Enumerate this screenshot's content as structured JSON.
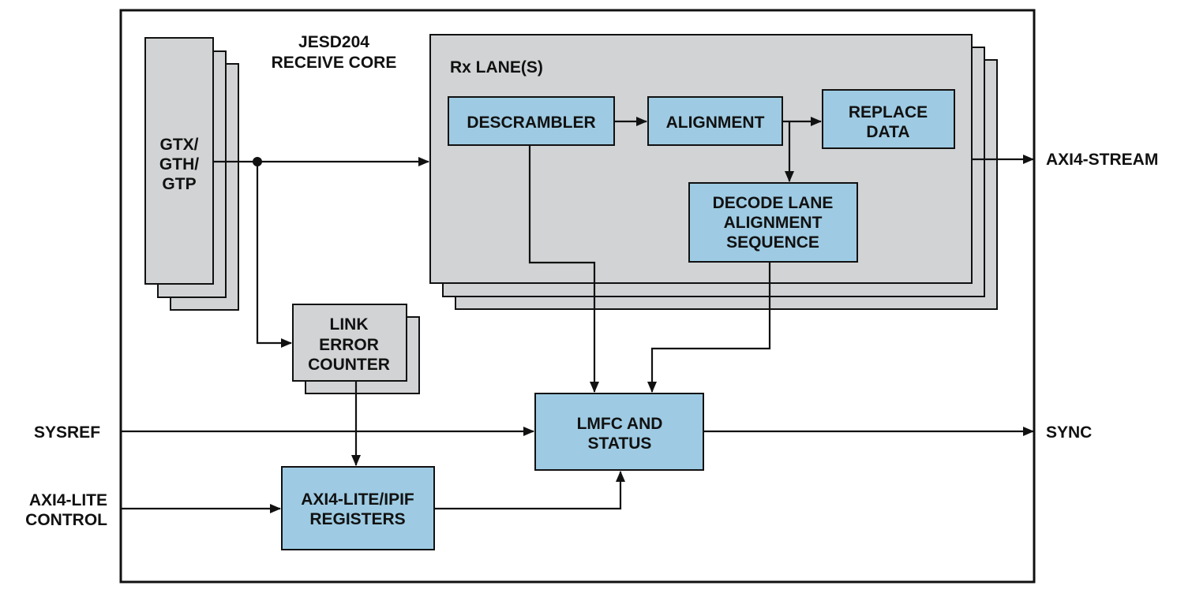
{
  "core": {
    "title_line1": "JESD204",
    "title_line2": "RECEIVE CORE"
  },
  "blocks": {
    "transceiver": {
      "line1": "GTX/",
      "line2": "GTH/",
      "line3": "GTP"
    },
    "rx_lanes": {
      "label": "Rx LANE(S)"
    },
    "descrambler": {
      "label": "DESCRAMBLER"
    },
    "alignment": {
      "label": "ALIGNMENT"
    },
    "replace_data": {
      "line1": "REPLACE",
      "line2": "DATA"
    },
    "decode_lane": {
      "line1": "DECODE LANE",
      "line2": "ALIGNMENT",
      "line3": "SEQUENCE"
    },
    "link_error_counter": {
      "line1": "LINK",
      "line2": "ERROR",
      "line3": "COUNTER"
    },
    "lmfc_status": {
      "line1": "LMFC AND",
      "line2": "STATUS"
    },
    "axi_registers": {
      "line1": "AXI4-LITE/IPIF",
      "line2": "REGISTERS"
    }
  },
  "signals": {
    "axi4_stream": "AXI4-STREAM",
    "sysref": "SYSREF",
    "sync": "SYNC",
    "axi_control_line1": "AXI4-LITE",
    "axi_control_line2": "CONTROL"
  },
  "colors": {
    "gray_block": "#d1d3d4",
    "blue_block": "#9ecbe3",
    "stroke": "#111111",
    "background": "#ffffff"
  }
}
